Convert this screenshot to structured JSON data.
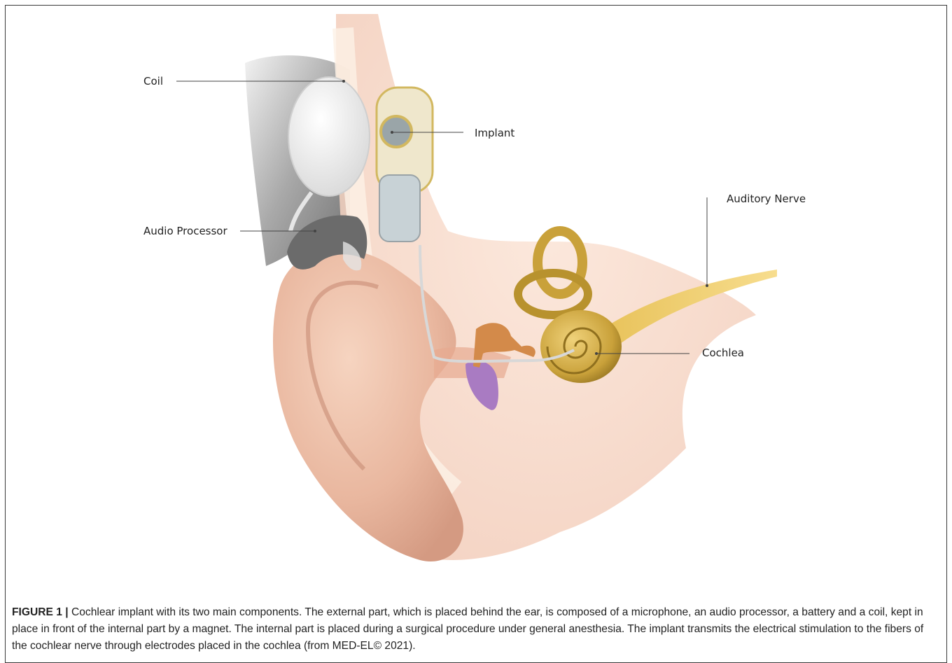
{
  "figure": {
    "labels": {
      "coil": "Coil",
      "implant": "Implant",
      "audio_processor": "Audio Processor",
      "auditory_nerve": "Auditory Nerve",
      "cochlea": "Cochlea"
    },
    "caption": {
      "label": "FIGURE 1 |",
      "text": " Cochlear implant with its two main components. The external part, which is placed behind the ear, is composed of a microphone, an audio processor, a battery and a coil, kept in place in front of the internal part by a magnet. The internal part is placed during a surgical procedure under general anesthesia. The implant transmits the electrical stimulation to the fibers of the cochlear nerve through electrodes placed in the cochlea (from MED-EL© 2021)."
    }
  }
}
